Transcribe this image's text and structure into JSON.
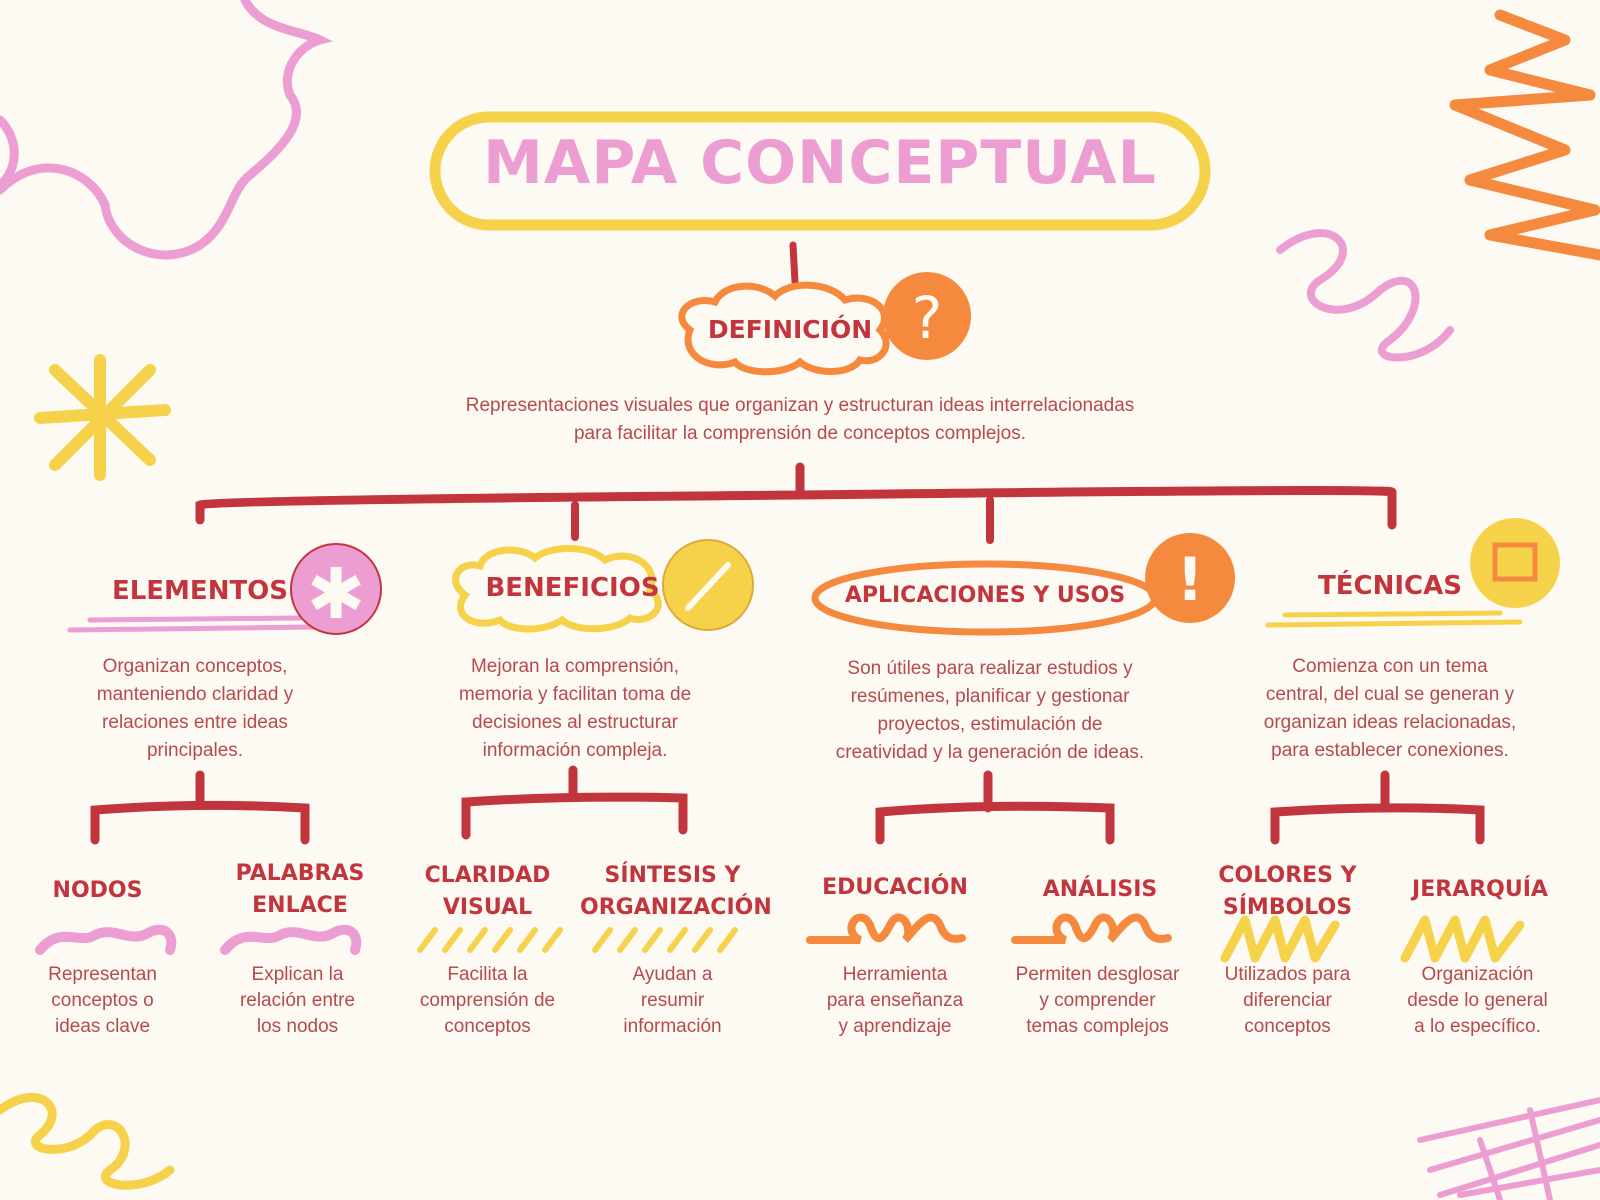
{
  "title": "MAPA CONCEPTUAL",
  "definition": {
    "label": "DEFINICIÓN",
    "text_line1": "Representaciones visuales que organizan y estructuran ideas interrelacionadas",
    "text_line2": "para facilitar la comprensión de conceptos complejos."
  },
  "branches": [
    {
      "label": "ELEMENTOS",
      "desc": [
        "Organizan  conceptos,",
        "manteniendo claridad y",
        "relaciones entre ideas",
        "principales."
      ],
      "children": [
        {
          "label": [
            "NODOS"
          ],
          "desc": [
            "Representan",
            "conceptos o",
            "ideas clave"
          ]
        },
        {
          "label": [
            "PALABRAS",
            "ENLACE"
          ],
          "desc": [
            "Explican la",
            "relación entre",
            "los nodos"
          ]
        }
      ]
    },
    {
      "label": "BENEFICIOS",
      "desc": [
        "Mejoran la comprensión,",
        "memoria y facilitan toma de",
        "decisiones al estructurar",
        "información compleja."
      ],
      "children": [
        {
          "label": [
            "CLARIDAD",
            "VISUAL"
          ],
          "desc": [
            "Facilita la",
            "comprensión de",
            "conceptos"
          ]
        },
        {
          "label": [
            "SÍNTESIS Y",
            "ORGANIZACIÓN"
          ],
          "desc": [
            "Ayudan a",
            "resumir",
            "información"
          ]
        }
      ]
    },
    {
      "label": "APLICACIONES Y USOS",
      "desc": [
        "Son útiles para realizar estudios y",
        "resúmenes,  planificar y gestionar",
        "proyectos, estimulación de",
        "creatividad y la generación de ideas."
      ],
      "children": [
        {
          "label": [
            "EDUCACIÓN"
          ],
          "desc": [
            "Herramienta",
            "para enseñanza",
            "y aprendizaje"
          ]
        },
        {
          "label": [
            "ANÁLISIS"
          ],
          "desc": [
            "Permiten desglosar",
            "y comprender",
            "temas complejos"
          ]
        }
      ]
    },
    {
      "label": "TÉCNICAS",
      "desc": [
        "Comienza con un tema",
        "central, del cual se generan y",
        "organizan ideas relacionadas,",
        "para establecer conexiones."
      ],
      "children": [
        {
          "label": [
            "COLORES Y",
            "SÍMBOLOS"
          ],
          "desc": [
            "Utilizados para",
            "diferenciar",
            "conceptos"
          ]
        },
        {
          "label": [
            "JERARQUÍA"
          ],
          "desc": [
            "Organización",
            "desde lo general",
            "a lo específico."
          ]
        }
      ]
    }
  ],
  "colors": {
    "background": "#fdf9f3",
    "dark_red": "#c2353d",
    "pink": "#ec9ed2",
    "yellow": "#f6d24a",
    "orange": "#f58a3e"
  },
  "icons": [
    "question-icon",
    "asterisk-icon",
    "check-icon",
    "exclamation-icon",
    "square-icon"
  ]
}
